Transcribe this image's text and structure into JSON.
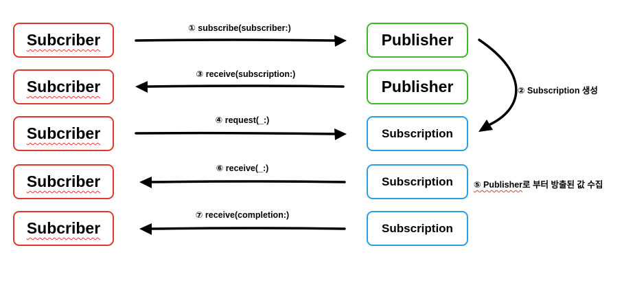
{
  "boxes": {
    "subscriber": "Subcriber",
    "publisher": "Publisher",
    "subscription": "Subscription"
  },
  "steps": [
    {
      "label": "① subscribe(subscriber:)"
    },
    {
      "label": "② Subscription 생성"
    },
    {
      "label": "③ receive(subscription:)"
    },
    {
      "label": "④ request(_:)"
    },
    {
      "label_underlined": "⑤ Publisher",
      "label_rest": "로 부터 방출된 값 수집"
    },
    {
      "label": "⑥ receive(_:)"
    },
    {
      "label": "⑦ receive(completion:)"
    }
  ],
  "colors": {
    "subscriber_border": "#e0382c",
    "publisher_border": "#3cb82a",
    "subscription_border": "#2a9fe0",
    "arrow": "#000000"
  }
}
